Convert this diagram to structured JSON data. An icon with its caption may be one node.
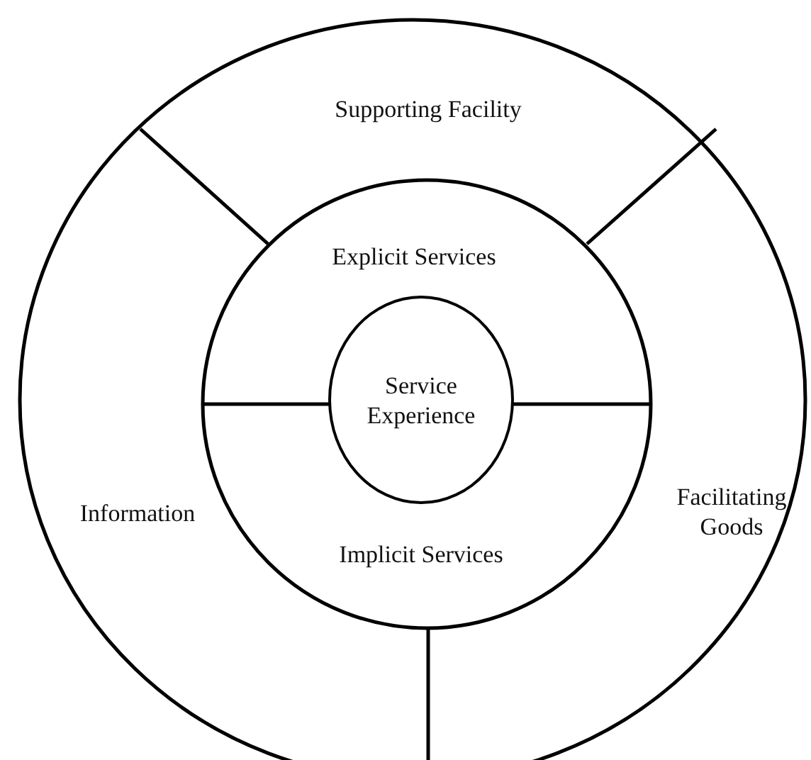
{
  "diagram": {
    "nodes": [
      {
        "text": [
          "Supporting Facility"
        ]
      },
      {
        "text": [
          "Explicit Services"
        ]
      },
      {
        "text": [
          "Service Experience"
        ]
      },
      {
        "text": [
          "Information"
        ]
      },
      {
        "text": [
          "Implicit Services"
        ]
      },
      {
        "text": [
          "Facilitating Goods"
        ]
      }
    ]
  }
}
